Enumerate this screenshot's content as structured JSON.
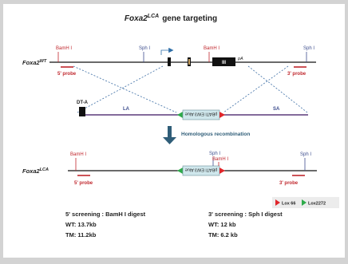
{
  "title": {
    "gene": "Foxa2",
    "sup": "LCA",
    "rest": "gene targeting"
  },
  "wt_allele": {
    "label": "Foxa2",
    "sup": "WT",
    "bamh1_left": "BamH I",
    "sph1_mid": "Sph I",
    "bamh1_mid": "BamH I",
    "sph1_right": "Sph I",
    "exon3": "III",
    "pa": "pA",
    "probe5": "5' probe",
    "probe3": "3' probe"
  },
  "vector": {
    "dta": "DT-A",
    "la": "LA",
    "sa": "SA",
    "cassette": "pBATI EW3 Alue"
  },
  "step": {
    "label": "Homologous recombination"
  },
  "lca_allele": {
    "label": "Foxa2",
    "sup": "LCA",
    "bamh1_left": "BamH I",
    "sph1_mid": "Sph I",
    "bamh1_mid": "BamH I",
    "sph1_right": "Sph I",
    "cassette": "pBATI EW3 Alue",
    "probe5": "5' probe",
    "probe3": "3' probe"
  },
  "legend": {
    "lox66": "Lox 66",
    "lox2272": "Lox2272"
  },
  "screening": {
    "left": {
      "title": "5' screening : BamH I digest",
      "wt": "WT: 13.7kb",
      "tm": "TM: 11.2kb"
    },
    "right": {
      "title": "3' screening : Sph I digest",
      "wt": "WT: 12 kb",
      "tm": "TM: 6.2 kb"
    }
  },
  "colors": {
    "enzyme_red": "#c0272d",
    "enzyme_blue": "#3f4f8f",
    "lox66": "#e0262b",
    "lox2272": "#2eab4a",
    "vector_line": "#5b3a7a",
    "cassette_fill": "#cfe7ec",
    "arrow": "#2f5d78"
  }
}
